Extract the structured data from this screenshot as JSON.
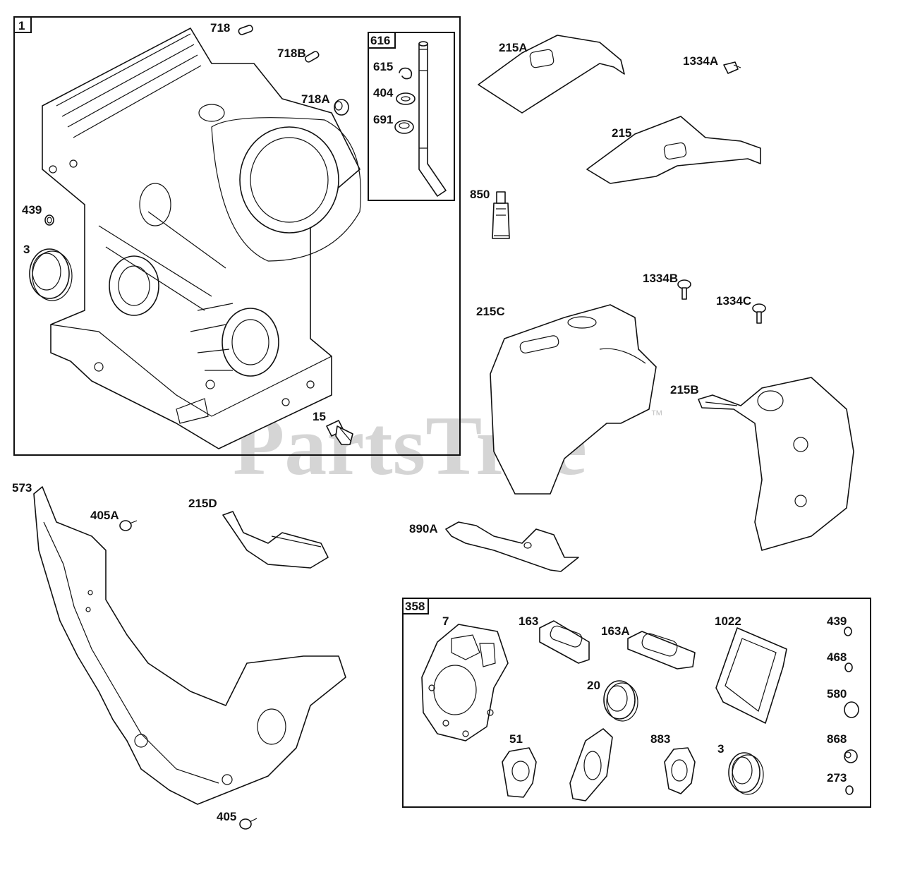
{
  "diagram": {
    "watermark": "PartsTree",
    "watermark_tm": "™",
    "groups": {
      "g1": "1",
      "g616": "616",
      "g358": "358"
    },
    "labels": {
      "l718": "718",
      "l718B": "718B",
      "l718A": "718A",
      "l439a": "439",
      "l3a": "3",
      "l15": "15",
      "l615": "615",
      "l404": "404",
      "l691": "691",
      "l215A": "215A",
      "l1334A": "1334A",
      "l215": "215",
      "l850": "850",
      "l1334B": "1334B",
      "l1334C": "1334C",
      "l215C": "215C",
      "l215B": "215B",
      "l573": "573",
      "l405A": "405A",
      "l215D": "215D",
      "l890A": "890A",
      "l405": "405",
      "l7": "7",
      "l163": "163",
      "l163A": "163A",
      "l1022": "1022",
      "l439b": "439",
      "l468": "468",
      "l580": "580",
      "l20": "20",
      "l51": "51",
      "l883": "883",
      "l3b": "3",
      "l868": "868",
      "l273": "273"
    }
  }
}
